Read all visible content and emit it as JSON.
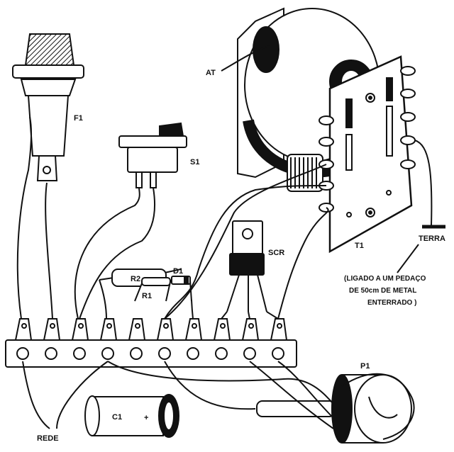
{
  "labels": {
    "f1": "F1",
    "s1": "S1",
    "at": "AT",
    "t1": "T1",
    "terra": "TERRA",
    "scr": "SCR",
    "r2": "R2",
    "r1": "R1",
    "d1": "D1",
    "c1": "C1",
    "c1_plus": "+",
    "p1": "P1",
    "rede": "REDE"
  },
  "note": {
    "line1": "(LIGADO A UM PEDAÇO",
    "line2": "DE 50cm DE METAL",
    "line3": "ENTERRADO )"
  },
  "colors": {
    "ink": "#111111",
    "paper": "#ffffff",
    "shade": "#444444"
  }
}
